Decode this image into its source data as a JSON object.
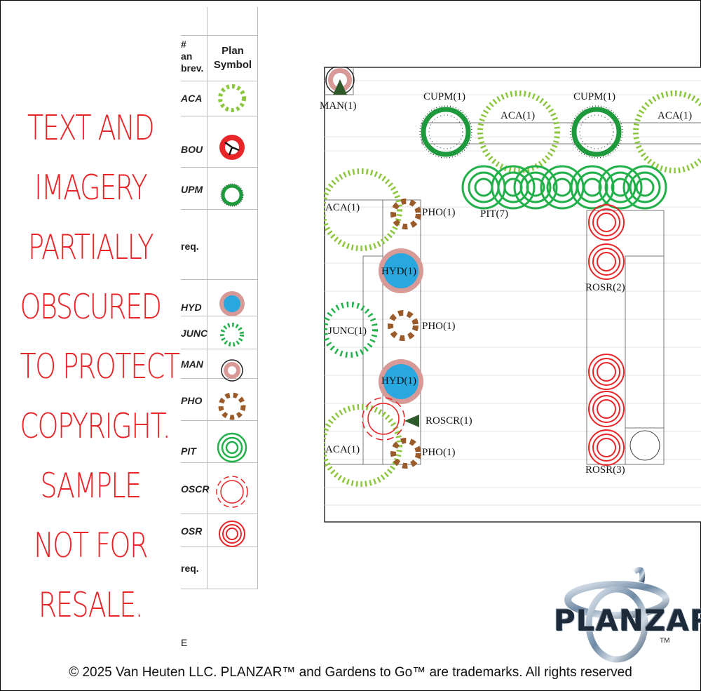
{
  "watermark": {
    "lines": [
      "TEXT AND",
      "IMAGERY",
      "PARTIALLY",
      "OBSCURED",
      "TO PROTECT",
      "COPYRIGHT.",
      "SAMPLE",
      "NOT FOR",
      "RESALE."
    ]
  },
  "legend": {
    "header_left_lines": [
      "#",
      "an",
      "brev."
    ],
    "header_right_lines": [
      "Plan",
      "Symbol"
    ],
    "rows": [
      {
        "abbr": "ACA",
        "symbol": "aca-icon"
      },
      {
        "abbr": "BOU",
        "symbol": "bou-icon"
      },
      {
        "abbr": "UPM",
        "symbol": "cupm-icon"
      },
      {
        "abbr": "req.",
        "symbol": ""
      },
      {
        "abbr": "HYD",
        "symbol": "hyd-icon"
      },
      {
        "abbr": "JUNC",
        "symbol": "junc-icon"
      },
      {
        "abbr": "MAN",
        "symbol": "man-icon"
      },
      {
        "abbr": "PHO",
        "symbol": "pho-icon"
      },
      {
        "abbr": "PIT",
        "symbol": "pit-icon"
      },
      {
        "abbr": "OSCR",
        "symbol": "roscr-icon"
      },
      {
        "abbr": "OSR",
        "symbol": "rosr-icon"
      },
      {
        "abbr": "req.",
        "symbol": ""
      }
    ],
    "stray": "E"
  },
  "plan": {
    "labels": {
      "man": "MAN(1)",
      "cupm1": "CUPM(1)",
      "cupm2": "CUPM(1)",
      "aca_top1": "ACA(1)",
      "aca_top2": "ACA(1)",
      "aca_left": "ACA(1)",
      "aca_bottom": "ACA(1)",
      "pho1": "PHO(1)",
      "pho2": "PHO(1)",
      "pho3": "PHO(1)",
      "pit": "PIT(7)",
      "hyd1": "HYD(1)",
      "hyd2": "HYD(1)",
      "junc": "JUNC(1)",
      "roscr": "ROSCR(1)",
      "rosr2": "ROSR(2)",
      "rosr3": "ROSR(3)"
    }
  },
  "logo": {
    "text": "PLANZAR",
    "tm": "TM"
  },
  "footer": {
    "text": "© 2025 Van Heuten LLC. PLANZAR™ and Gardens to Go™ are trademarks. All rights reserved"
  },
  "colors": {
    "watermark": "#e8262a",
    "aca": "#8cc63f",
    "cupm": "#1e9a3c",
    "pit": "#22b04a",
    "pho": "#9a5a2a",
    "hyd_fill": "#29a8e0",
    "hyd_ring": "#d79a97",
    "rosr": "#e8262a"
  }
}
